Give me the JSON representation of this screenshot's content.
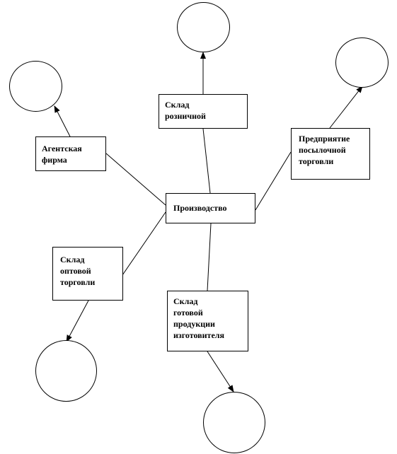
{
  "center": {
    "label": "Производство"
  },
  "nodes": {
    "retail_warehouse": {
      "label": "Склад\nрозничной"
    },
    "mail_order": {
      "label": "Предприятие\nпосылочной\nторговли"
    },
    "agent_firm": {
      "label": "Агентская\nфирма"
    },
    "wholesale_warehouse": {
      "label": "Склад\nоптовой\nторговли"
    },
    "finished_goods_warehouse": {
      "label": "Склад\nготовой\nпродукции\nизготовителя"
    }
  },
  "colors": {
    "stroke": "#000000",
    "background": "#ffffff"
  }
}
